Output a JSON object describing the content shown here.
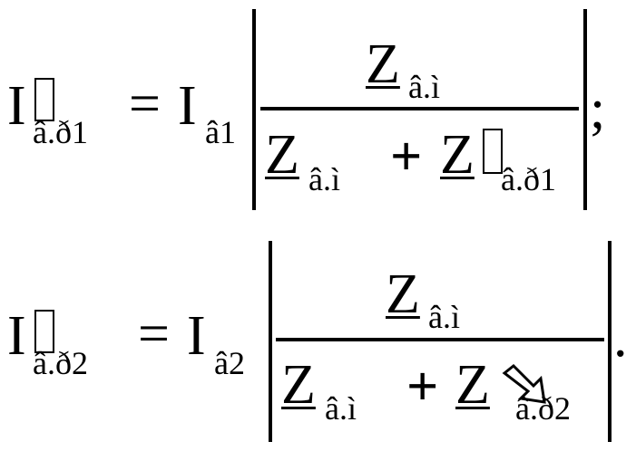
{
  "equation_1": {
    "lhs_symbol": "I",
    "lhs_subscript": "â.ð1",
    "equals": "=",
    "rhs_symbol": "I",
    "rhs_subscript": "â1",
    "numerator_symbol": "Z",
    "numerator_subscript": "â.ì",
    "denominator_term1_symbol": "Z",
    "denominator_term1_subscript": "â.ì",
    "plus": "+",
    "denominator_term2_symbol": "Z",
    "denominator_term2_subscript": "â.ð1",
    "terminator": ";"
  },
  "equation_2": {
    "lhs_symbol": "I",
    "lhs_subscript": "â.ð2",
    "equals": "=",
    "rhs_symbol": "I",
    "rhs_subscript": "â2",
    "numerator_symbol": "Z",
    "numerator_subscript": "â.ì",
    "denominator_term1_symbol": "Z",
    "denominator_term1_subscript": "â.ì",
    "plus": "+",
    "denominator_term2_symbol": "Z",
    "denominator_term2_subscript": "â.ð2",
    "terminator": "."
  },
  "glyphs": {
    "missing_glyph_box": "box-glyph-icon",
    "arrow_glyph": "arrow-down-right-icon"
  }
}
